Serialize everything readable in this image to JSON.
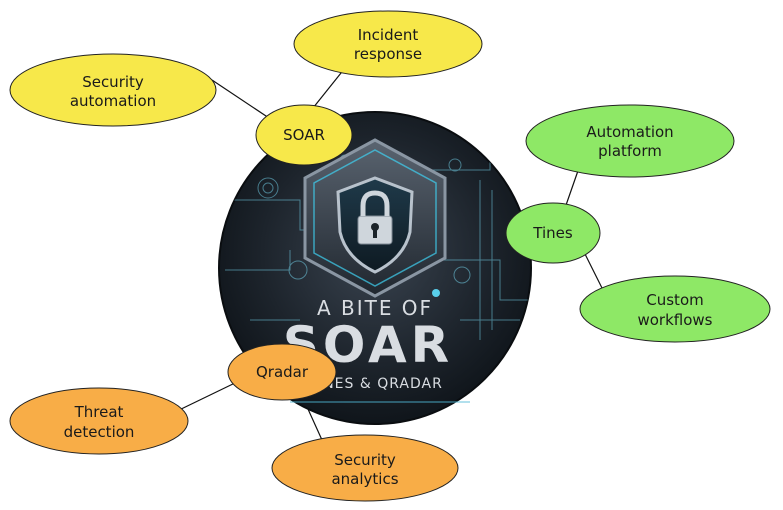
{
  "center_image": {
    "title_line1": "A BITE OF",
    "title_line2": "SOAR",
    "title_line3": "NES & QRADAR",
    "icon": "shield-lock-icon"
  },
  "nodes": {
    "soar": {
      "label": "SOAR",
      "color": "#f7e84a"
    },
    "incident_response": {
      "line1": "Incident",
      "line2": "response",
      "color": "#f7e84a"
    },
    "security_automation": {
      "line1": "Security",
      "line2": "automation",
      "color": "#f7e84a"
    },
    "tines": {
      "label": "Tines",
      "color": "#8ee866"
    },
    "automation_platform": {
      "line1": "Automation",
      "line2": "platform",
      "color": "#8ee866"
    },
    "custom_workflows": {
      "line1": "Custom",
      "line2": "workflows",
      "color": "#8ee866"
    },
    "qradar": {
      "label": "Qradar",
      "color": "#f8ad47"
    },
    "threat_detection": {
      "line1": "Threat",
      "line2": "detection",
      "color": "#f8ad47"
    },
    "security_analytics": {
      "line1": "Security",
      "line2": "analytics",
      "color": "#f8ad47"
    }
  }
}
